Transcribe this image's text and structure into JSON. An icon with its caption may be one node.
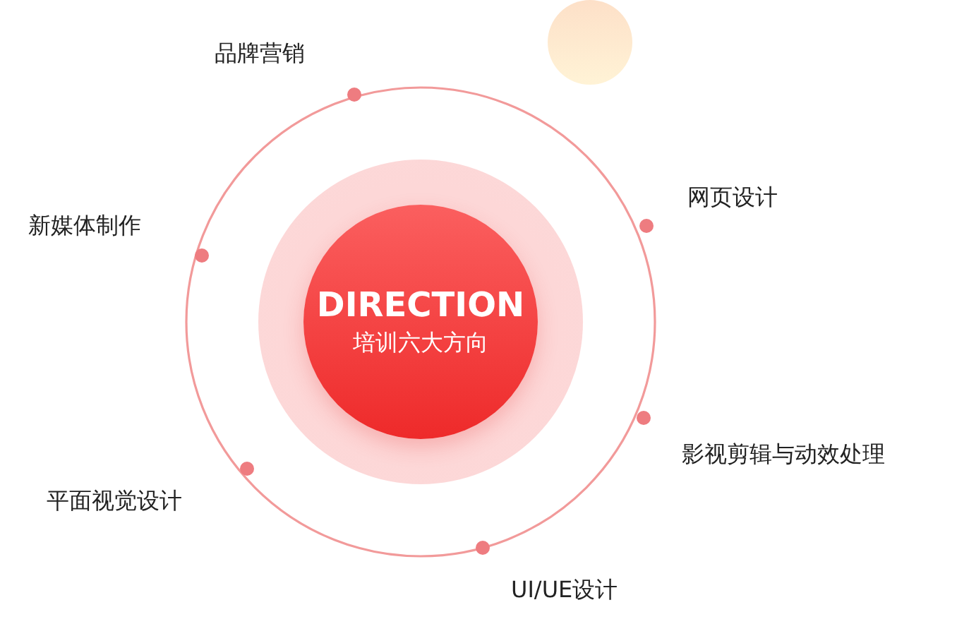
{
  "diagram": {
    "nodes": [
      {
        "text": [],
        "shape": "circle"
      },
      {
        "text": [
          "DIRECTION",
          "培训六大方向"
        ],
        "in": 0
      }
    ],
    "labels": [
      "品牌营销",
      "网页设计",
      "新媒体制作",
      "影视剪辑与动效处理",
      "平面视觉设计",
      "UI/UE设计"
    ]
  }
}
